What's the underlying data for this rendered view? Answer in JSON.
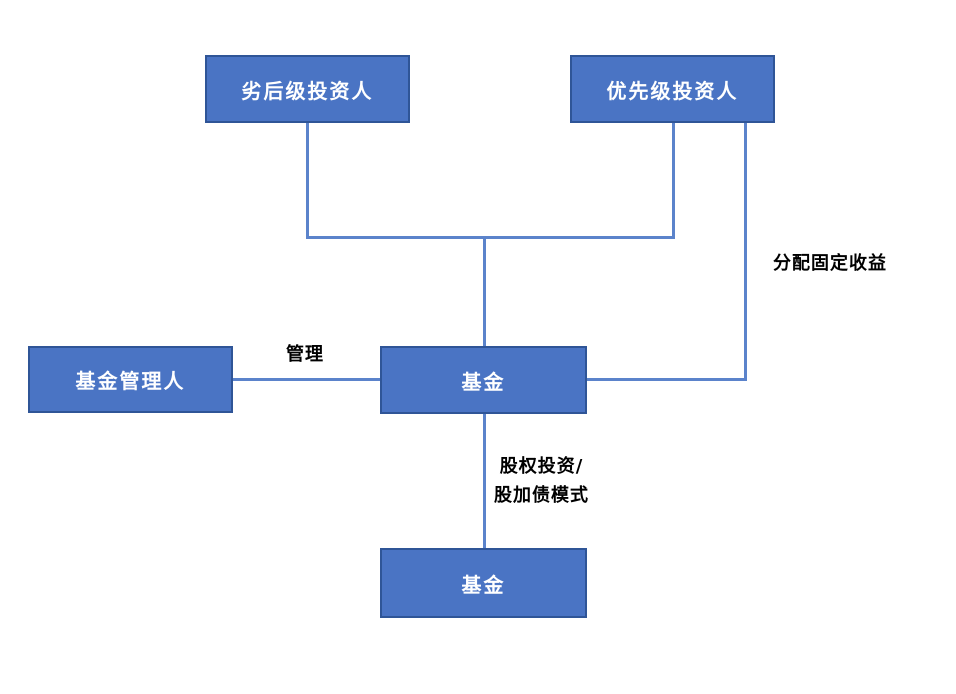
{
  "diagram": {
    "nodes": {
      "subordinated": {
        "label": "劣后级投资人"
      },
      "senior": {
        "label": "优先级投资人"
      },
      "manager": {
        "label": "基金管理人"
      },
      "fund_mid": {
        "label": "基金"
      },
      "fund_bottom": {
        "label": "基金"
      }
    },
    "edge_labels": {
      "manage": {
        "text": "管理"
      },
      "fixed_income": {
        "text": "分配固定收益"
      },
      "equity": {
        "line1": "股权投资/",
        "line2": "股加债模式"
      }
    },
    "colors": {
      "node_fill": "#4a74c4",
      "node_border": "#2f5597",
      "node_text": "#ffffff",
      "connector": "#5b83cb",
      "label_text": "#000000",
      "background": "#ffffff"
    }
  }
}
